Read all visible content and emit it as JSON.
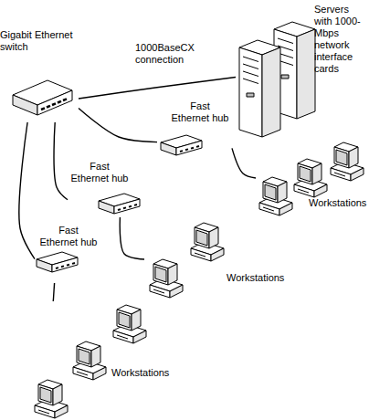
{
  "diagram": {
    "nodes": [
      {
        "text": [
          "Gigabit Ethernet switch"
        ]
      },
      {
        "text": [
          "Servers with 1000-Mbps network interface cards"
        ]
      },
      {
        "text": [
          "Fast Ethernet hub"
        ]
      },
      {
        "text": [
          "Workstations"
        ]
      },
      {
        "text": [
          "Fast Ethernet hub"
        ]
      },
      {
        "text": [
          "Workstations"
        ]
      },
      {
        "text": [
          "Fast Ethernet hub"
        ]
      },
      {
        "text": [
          "Workstations"
        ]
      }
    ],
    "edges": [
      {
        "from": 0,
        "to": 1,
        "arrow": "none",
        "label": "1000BaseCX connection"
      },
      {
        "from": 0,
        "to": 2,
        "arrow": "none"
      },
      {
        "from": 0,
        "to": 4,
        "arrow": "none"
      },
      {
        "from": 0,
        "to": 6,
        "arrow": "none"
      },
      {
        "from": 2,
        "to": 3,
        "arrow": "none"
      },
      {
        "from": 4,
        "to": 5,
        "arrow": "none"
      },
      {
        "from": 6,
        "to": 7,
        "arrow": "none"
      }
    ]
  }
}
